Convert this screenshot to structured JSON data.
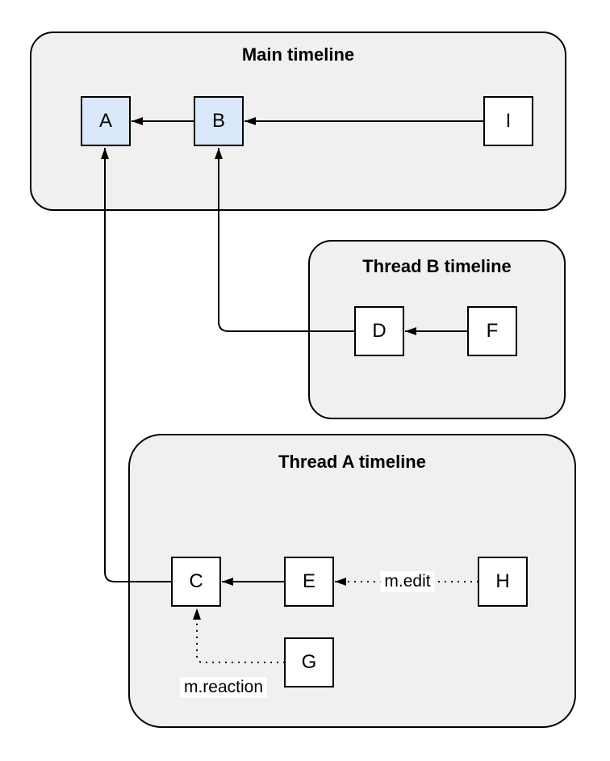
{
  "diagram": {
    "kind": "timeline-event-graph",
    "containers": [
      {
        "id": "main",
        "title": "Main timeline"
      },
      {
        "id": "thread-b",
        "title": "Thread B timeline"
      },
      {
        "id": "thread-a",
        "title": "Thread A timeline"
      }
    ],
    "nodes": [
      {
        "id": "A",
        "label": "A",
        "fill": "#dae8fc",
        "container": "main"
      },
      {
        "id": "B",
        "label": "B",
        "fill": "#dae8fc",
        "container": "main"
      },
      {
        "id": "I",
        "label": "I",
        "fill": "#ffffff",
        "container": "main"
      },
      {
        "id": "D",
        "label": "D",
        "fill": "#ffffff",
        "container": "thread-b"
      },
      {
        "id": "F",
        "label": "F",
        "fill": "#ffffff",
        "container": "thread-b"
      },
      {
        "id": "C",
        "label": "C",
        "fill": "#ffffff",
        "container": "thread-a"
      },
      {
        "id": "E",
        "label": "E",
        "fill": "#ffffff",
        "container": "thread-a"
      },
      {
        "id": "H",
        "label": "H",
        "fill": "#ffffff",
        "container": "thread-a"
      },
      {
        "id": "G",
        "label": "G",
        "fill": "#ffffff",
        "container": "thread-a"
      }
    ],
    "edges": [
      {
        "from": "B",
        "to": "A",
        "style": "solid",
        "label": ""
      },
      {
        "from": "I",
        "to": "B",
        "style": "solid",
        "label": ""
      },
      {
        "from": "F",
        "to": "D",
        "style": "solid",
        "label": ""
      },
      {
        "from": "E",
        "to": "C",
        "style": "solid",
        "label": ""
      },
      {
        "from": "D",
        "to": "B",
        "style": "solid",
        "label": ""
      },
      {
        "from": "C",
        "to": "A",
        "style": "solid",
        "label": ""
      },
      {
        "from": "H",
        "to": "E",
        "style": "dotted",
        "label": "m.edit"
      },
      {
        "from": "G",
        "to": "C",
        "style": "dotted",
        "label": "m.reaction"
      }
    ],
    "colors": {
      "background": "#ffffff",
      "container_fill": "#f0f0f0",
      "container_stroke": "#000000",
      "node_fill_highlight": "#dae8fc",
      "node_fill_default": "#ffffff",
      "node_stroke": "#000000",
      "edge_stroke": "#000000"
    }
  }
}
